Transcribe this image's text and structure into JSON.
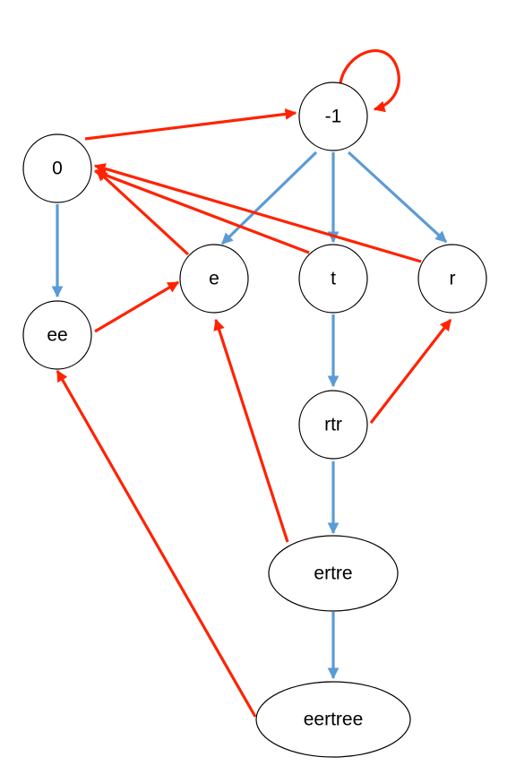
{
  "colors": {
    "child_edge": "#5b9bd5",
    "suffix_link": "#ff2200",
    "node_stroke": "#000000",
    "node_fill": "#ffffff"
  },
  "nodes": [
    {
      "id": "m1",
      "label": "-1"
    },
    {
      "id": "zero",
      "label": "0"
    },
    {
      "id": "e",
      "label": "e"
    },
    {
      "id": "t",
      "label": "t"
    },
    {
      "id": "r",
      "label": "r"
    },
    {
      "id": "ee",
      "label": "ee"
    },
    {
      "id": "rtr",
      "label": "rtr"
    },
    {
      "id": "ertre",
      "label": "ertre"
    },
    {
      "id": "eertree",
      "label": "eertree"
    }
  ],
  "child_edges": [
    {
      "from": "m1",
      "to": "e"
    },
    {
      "from": "m1",
      "to": "t"
    },
    {
      "from": "m1",
      "to": "r"
    },
    {
      "from": "zero",
      "to": "ee"
    },
    {
      "from": "t",
      "to": "rtr"
    },
    {
      "from": "rtr",
      "to": "ertre"
    },
    {
      "from": "ertre",
      "to": "eertree"
    }
  ],
  "suffix_links": [
    {
      "from": "m1",
      "to": "m1"
    },
    {
      "from": "zero",
      "to": "m1"
    },
    {
      "from": "e",
      "to": "zero"
    },
    {
      "from": "t",
      "to": "zero"
    },
    {
      "from": "r",
      "to": "zero"
    },
    {
      "from": "ee",
      "to": "e"
    },
    {
      "from": "rtr",
      "to": "r"
    },
    {
      "from": "ertre",
      "to": "e"
    },
    {
      "from": "eertree",
      "to": "ee"
    }
  ]
}
